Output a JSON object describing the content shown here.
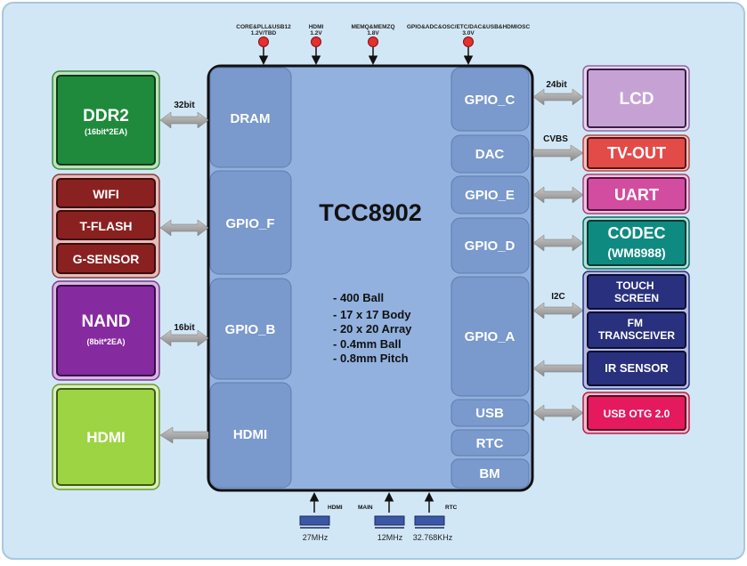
{
  "chip": {
    "name": "TCC8902",
    "specs": [
      "- 400 Ball",
      "- 17 x 17 Body",
      "- 20 x 20 Array",
      "- 0.4mm Ball",
      "- 0.8mm Pitch"
    ],
    "left_blocks": [
      "DRAM",
      "GPIO_F",
      "GPIO_B",
      "HDMI"
    ],
    "right_blocks": [
      "GPIO_C",
      "DAC",
      "GPIO_E",
      "GPIO_D",
      "GPIO_A",
      "USB",
      "RTC",
      "BM"
    ]
  },
  "power_rails": [
    {
      "name": "CORE&PLL&USB12",
      "voltage": "1.2V/TBD"
    },
    {
      "name": "HDMI",
      "voltage": "1.2V"
    },
    {
      "name": "MEMQ&MEMZQ",
      "voltage": "1.8V"
    },
    {
      "name": "GPIO&ADC&OSC/ETC/DAC&USB&HDMIOSC",
      "voltage": "3.0V"
    }
  ],
  "left_peripherals": {
    "ddr2": {
      "title": "DDR2",
      "subtitle": "(16bit*2EA)",
      "bus": "32bit"
    },
    "group": [
      "WIFI",
      "T-FLASH",
      "G-SENSOR"
    ],
    "nand": {
      "title": "NAND",
      "subtitle": "(8bit*2EA)",
      "bus": "16bit"
    },
    "hdmi": {
      "title": "HDMI"
    }
  },
  "right_peripherals": {
    "lcd": {
      "title": "LCD",
      "bus": "24bit"
    },
    "tvout": {
      "title": "TV-OUT",
      "bus": "CVBS"
    },
    "uart": {
      "title": "UART"
    },
    "codec": {
      "title": "CODEC",
      "subtitle": "(WM8988)"
    },
    "i2c": {
      "bus": "I2C",
      "items": [
        "TOUCH\nSCREEN",
        "FM\nTRANSCEIVER",
        "IR SENSOR"
      ]
    },
    "usb": {
      "title": "USB OTG 2.0"
    }
  },
  "clocks": [
    {
      "name": "HDMI",
      "freq": "27MHz"
    },
    {
      "name": "MAIN",
      "freq": "12MHz"
    },
    {
      "name": "RTC",
      "freq": "32.768KHz"
    }
  ],
  "colors": {
    "background": "#d2e7f6",
    "chip": "#92b1de",
    "block": "#7a99cc",
    "ddr2": "#1f8a3c",
    "group": "#8a2121",
    "nand": "#862aa0",
    "hdmi_out": "#9dd443",
    "lcd": "#c6a2d4",
    "tvout": "#e34b49",
    "uart": "#d24da0",
    "codec": "#0f8a80",
    "i2c": "#29307d",
    "usb": "#e5195e"
  }
}
